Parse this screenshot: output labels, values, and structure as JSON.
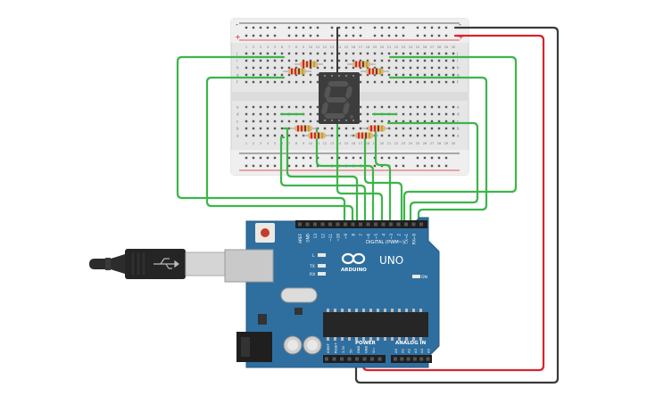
{
  "arduino": {
    "logo_text": "ARDUINO",
    "model": "UNO",
    "digital_label": "DIGITAL (PWM~)",
    "power_label": "POWER",
    "analog_label": "ANALOG IN",
    "on_label": "ON",
    "l_label": "L",
    "tx_label": "TX",
    "rx_label": "RX",
    "digital_pins": [
      "AREF",
      "GND",
      "13",
      "12",
      "~11",
      "~10",
      "~9",
      "8",
      "7",
      "~6",
      "~5",
      "4",
      "~3",
      "2",
      "TX→1",
      "RX←0"
    ],
    "power_pins": [
      "IOREF",
      "RESET",
      "3.3V",
      "5V",
      "GND",
      "GND",
      "Vin"
    ],
    "analog_pins": [
      "A0",
      "A1",
      "A2",
      "A3",
      "A4",
      "A5"
    ]
  },
  "breadboard": {
    "row_letters_top": [
      "j",
      "i",
      "h",
      "g",
      "f"
    ],
    "row_letters_bottom": [
      "e",
      "d",
      "c",
      "b",
      "a"
    ],
    "column_numbers": [
      "1",
      "2",
      "3",
      "4",
      "5",
      "6",
      "7",
      "8",
      "9",
      "10",
      "11",
      "12",
      "13",
      "14",
      "15",
      "16",
      "17",
      "18",
      "19",
      "20",
      "21",
      "22",
      "23",
      "24",
      "25",
      "26",
      "27",
      "28",
      "29",
      "30"
    ],
    "rail_plus": "+",
    "rail_minus": "-"
  },
  "display": {
    "digit": "8"
  },
  "colors": {
    "wire_signal": "#3cb54a",
    "wire_power": "#d8242b",
    "wire_ground": "#3a3a3a",
    "board": "#2f6fa0",
    "breadboard": "#e9e9e9",
    "display": "#3d3d3d"
  }
}
